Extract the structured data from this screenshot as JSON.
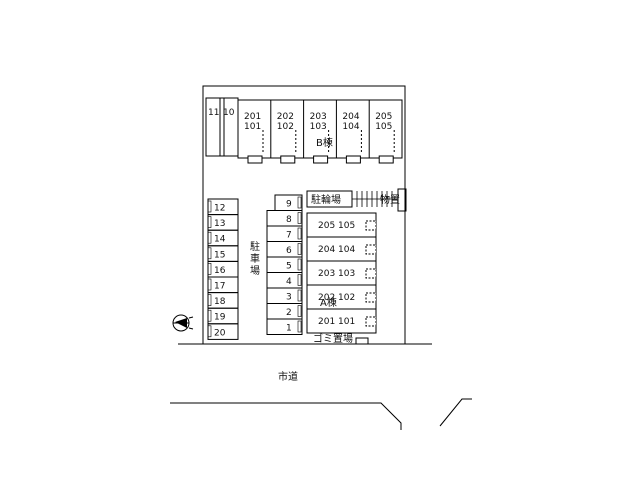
{
  "colors": {
    "line": "#000000",
    "background": "#ffffff",
    "roof_shadow": "#7a7a7a"
  },
  "labels": {
    "parking": "駐車場",
    "bike_parking": "駐輪場",
    "storage": "物置",
    "garbage": "ゴミ置場",
    "building_a": "A棟",
    "building_b": "B棟",
    "city_road": "市道"
  },
  "parking_left": [
    "12",
    "13",
    "14",
    "15",
    "16",
    "17",
    "18",
    "19",
    "20"
  ],
  "parking_middle": [
    "9",
    "8",
    "7",
    "6",
    "5",
    "4",
    "3",
    "2",
    "1"
  ],
  "parking_top": [
    "11",
    "10"
  ],
  "building_b_units": [
    {
      "upper": "201",
      "lower": "101"
    },
    {
      "upper": "202",
      "lower": "102"
    },
    {
      "upper": "203",
      "lower": "103"
    },
    {
      "upper": "204",
      "lower": "104"
    },
    {
      "upper": "205",
      "lower": "105"
    }
  ],
  "building_a_units": [
    {
      "upper": "205",
      "lower": "105"
    },
    {
      "upper": "204",
      "lower": "104"
    },
    {
      "upper": "203",
      "lower": "103"
    },
    {
      "upper": "202",
      "lower": "102"
    },
    {
      "upper": "201",
      "lower": "101"
    }
  ],
  "compass": {
    "icon": "north-arrow-icon"
  }
}
